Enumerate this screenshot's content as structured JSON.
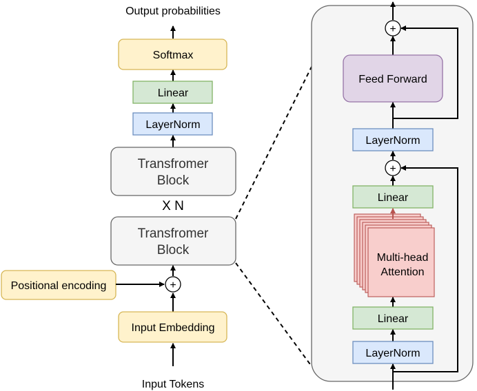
{
  "left": {
    "output_label": "Output probabilities",
    "softmax": "Softmax",
    "linear": "Linear",
    "layernorm": "LayerNorm",
    "block_top": [
      "Transfromer",
      "Block"
    ],
    "repeat": "X N",
    "block_bottom": [
      "Transfromer",
      "Block"
    ],
    "positional": "Positional encoding",
    "add_symbol": "+",
    "embedding": "Input Embedding",
    "input_label": "Input Tokens"
  },
  "right": {
    "feed_forward": "Feed Forward",
    "layernorm_top": "LayerNorm",
    "linear_top": "Linear",
    "attention": [
      "Multi-head",
      "Attention"
    ],
    "linear_bottom": "Linear",
    "layernorm_bottom": "LayerNorm",
    "add_symbol": "+"
  },
  "colors": {
    "softmax_fill": "#fff2cc",
    "softmax_stroke": "#d6b656",
    "linear_fill": "#d5e8d4",
    "linear_stroke": "#82b366",
    "norm_fill": "#dae8fc",
    "norm_stroke": "#6c8ebf",
    "block_fill": "#f5f5f5",
    "block_stroke": "#666666",
    "ff_fill": "#e1d5e7",
    "ff_stroke": "#9673a6",
    "attn_fill": "#f8cecc",
    "attn_stroke": "#b85450",
    "panel_fill": "#f5f5f5",
    "panel_stroke": "#666666"
  }
}
